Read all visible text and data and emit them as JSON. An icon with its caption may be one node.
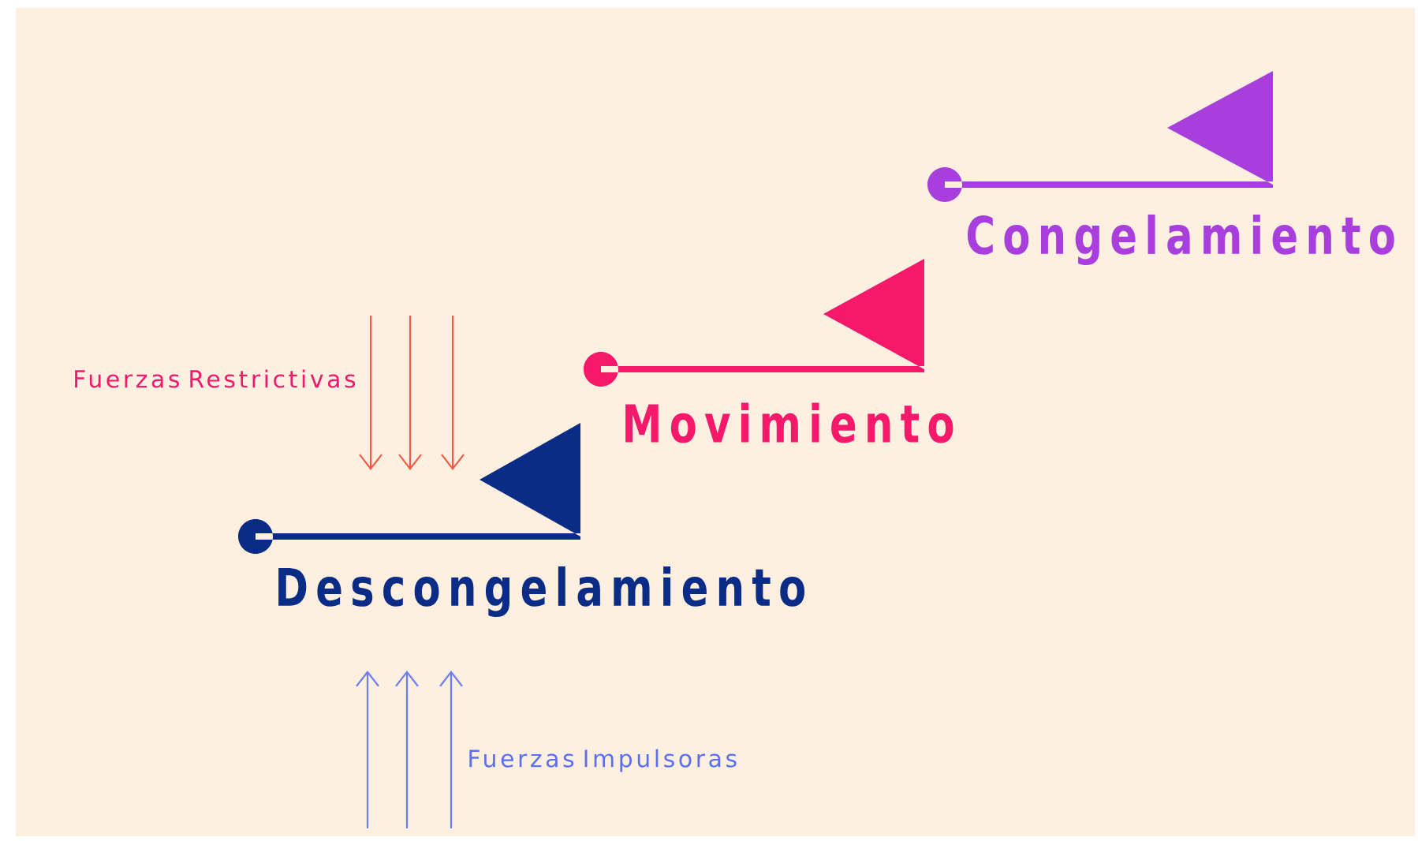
{
  "diagram": {
    "labels": [
      "Congelamiento",
      "Fuerzas Restrictivas",
      "Movimiento",
      "Descongelamiento",
      "Fuerzas Impulsoras"
    ]
  }
}
